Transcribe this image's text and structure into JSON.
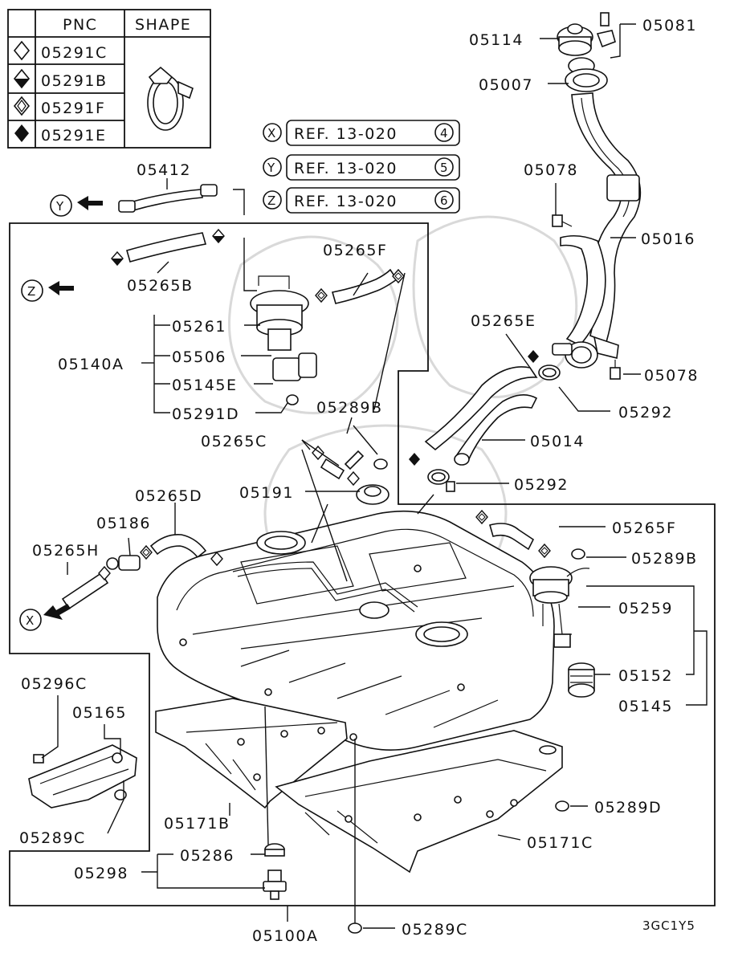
{
  "legend": {
    "header_pnc": "PNC",
    "header_shape": "SHAPE",
    "rows": [
      {
        "symbol": "diamond-outline-icon",
        "pnc": "05291C"
      },
      {
        "symbol": "diamond-half-filled-icon",
        "pnc": "05291B"
      },
      {
        "symbol": "diamond-cross-icon",
        "pnc": "05291F"
      },
      {
        "symbol": "diamond-filled-icon",
        "pnc": "05291E"
      }
    ]
  },
  "references": [
    {
      "marker": "X",
      "text": "REF. 13-020",
      "num": "4"
    },
    {
      "marker": "Y",
      "text": "REF. 13-020",
      "num": "5"
    },
    {
      "marker": "Z",
      "text": "REF. 13-020",
      "num": "6"
    }
  ],
  "markers": {
    "x": "X",
    "y": "Y",
    "z": "Z"
  },
  "parts": {
    "p05114": "05114",
    "p05081": "05081",
    "p05007": "05007",
    "p05078a": "05078",
    "p05016": "05016",
    "p05078b": "05078",
    "p05412": "05412",
    "p05265B": "05265B",
    "p05265F_top": "05265F",
    "p05261": "05261",
    "p05140A": "05140A",
    "p05506": "05506",
    "p05145E": "05145E",
    "p05291D": "05291D",
    "p05289B_top": "05289B",
    "p05265E": "05265E",
    "p05292_top": "05292",
    "p05014": "05014",
    "p05265C": "05265C",
    "p05292_mid": "05292",
    "p05191": "05191",
    "p05265D": "05265D",
    "p05186": "05186",
    "p05265H": "05265H",
    "p05265F_right": "05265F",
    "p05289B_right": "05289B",
    "p05259": "05259",
    "p05152": "05152",
    "p05145": "05145",
    "p05296C": "05296C",
    "p05165": "05165",
    "p05289C_left": "05289C",
    "p05171B": "05171B",
    "p05289D": "05289D",
    "p05171C": "05171C",
    "p05298": "05298",
    "p05286": "05286",
    "p05100A": "05100A",
    "p05289C_bottom": "05289C"
  },
  "diagram_code": "3GC1Y5"
}
